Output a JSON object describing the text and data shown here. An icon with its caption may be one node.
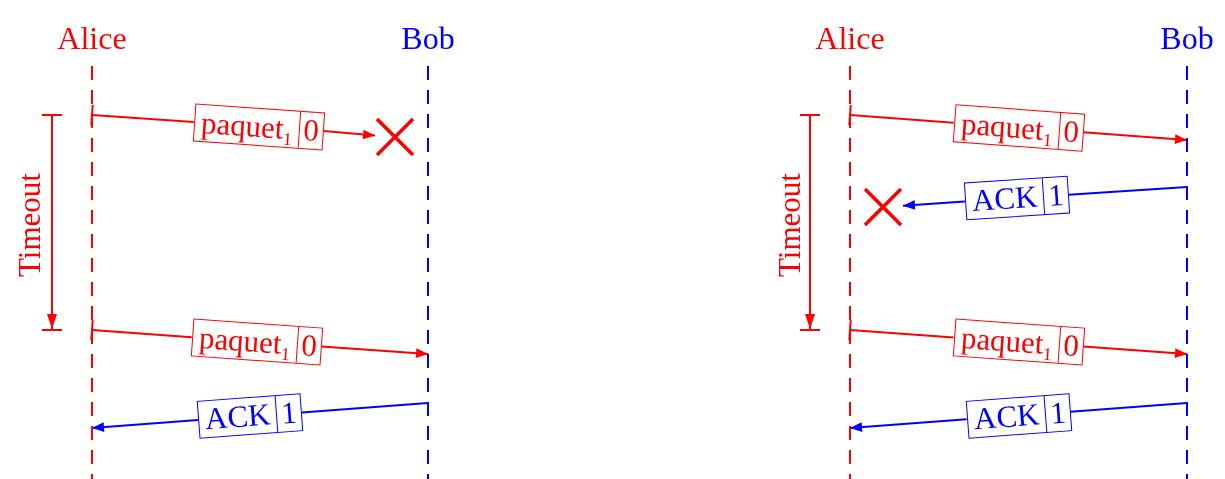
{
  "diagram": {
    "nodes": [
      {
        "text": [
          "Alice"
        ]
      },
      {
        "text": [
          "Bob"
        ]
      },
      {
        "text": [
          "paquet$_{1}$",
          "0"
        ]
      },
      {
        "text": [],
        "shape": "cross"
      },
      {
        "text": [
          "paquet$_{1}$",
          "0"
        ]
      },
      {
        "text": [
          "ACK",
          "1"
        ]
      },
      {
        "text": [
          "Alice"
        ]
      },
      {
        "text": [
          "Bob"
        ]
      },
      {
        "text": [
          "paquet$_{1}$",
          "0"
        ]
      },
      {
        "text": [
          "ACK",
          "1"
        ]
      },
      {
        "text": [],
        "shape": "cross"
      },
      {
        "text": [
          "paquet$_{1}$",
          "0"
        ]
      },
      {
        "text": [
          "ACK",
          "1"
        ]
      }
    ],
    "edges": [
      {
        "from": 0,
        "to": 2,
        "arrow": "other"
      },
      {
        "from": 2,
        "to": 3,
        "arrow": "to"
      },
      {
        "from": 0,
        "to": 4,
        "arrow": "other"
      },
      {
        "from": 4,
        "to": 1,
        "arrow": "to"
      },
      {
        "from": 1,
        "to": 5,
        "arrow": "none",
        "color": "#0000ff"
      },
      {
        "from": 5,
        "to": 0,
        "arrow": "to",
        "color": "#0000ff"
      },
      {
        "from": 6,
        "to": 8,
        "arrow": "other"
      },
      {
        "from": 8,
        "to": 7,
        "arrow": "to"
      },
      {
        "from": 7,
        "to": 9,
        "arrow": "none",
        "color": "#0000ff"
      },
      {
        "from": 9,
        "to": 10,
        "arrow": "to",
        "color": "#0000ff"
      },
      {
        "from": 6,
        "to": 11,
        "arrow": "other"
      },
      {
        "from": 11,
        "to": 7,
        "arrow": "to"
      },
      {
        "from": 7,
        "to": 12,
        "arrow": "none",
        "color": "#0000ff"
      },
      {
        "from": 12,
        "to": 6,
        "arrow": "to",
        "color": "#0000ff"
      }
    ],
    "labels": [
      "Timeout",
      "Timeout"
    ]
  }
}
